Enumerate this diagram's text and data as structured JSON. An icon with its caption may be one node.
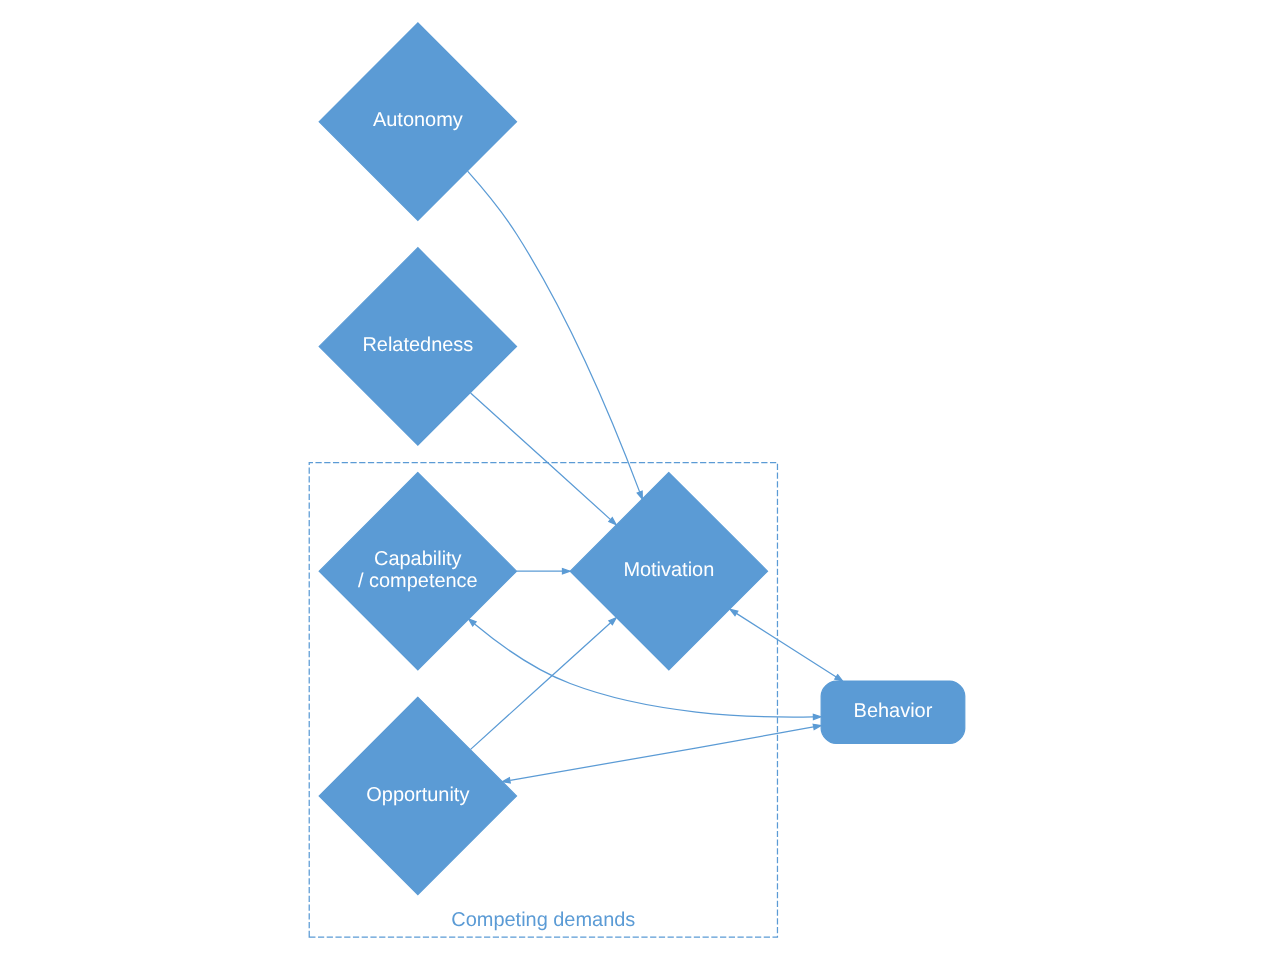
{
  "diagram": {
    "nodes": [
      {
        "text": [
          "Competing demands"
        ]
      },
      {
        "text": [
          "Autonomy"
        ]
      },
      {
        "text": [
          "Capability / competence"
        ],
        "in": 0
      },
      {
        "text": [
          "Motivation"
        ],
        "in": 0
      },
      {
        "text": [
          "Relatedness"
        ]
      },
      {
        "text": [
          "Opportunity"
        ],
        "in": 0
      },
      {
        "text": [
          "Behavior"
        ]
      }
    ],
    "edges": [
      {
        "from": 1,
        "to": 3,
        "arrow": "to"
      },
      {
        "from": 2,
        "to": 3,
        "arrow": "to"
      },
      {
        "from": 4,
        "to": 3,
        "arrow": "to"
      },
      {
        "from": 5,
        "to": 3,
        "arrow": "to"
      },
      {
        "from": 2,
        "to": 6,
        "arrow": "both"
      },
      {
        "from": 3,
        "to": 6,
        "arrow": "both"
      },
      {
        "from": 5,
        "to": 6,
        "arrow": "both"
      }
    ]
  }
}
